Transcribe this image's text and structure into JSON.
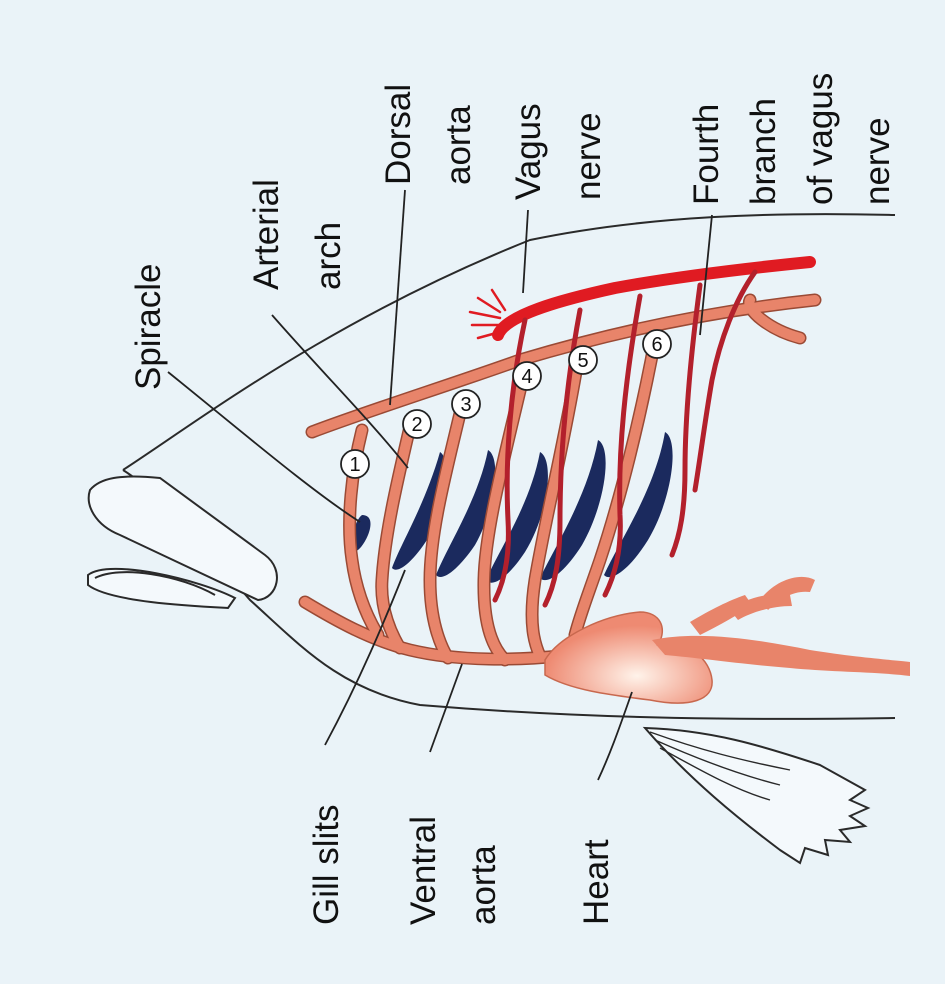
{
  "labels": {
    "spiracle": "Spiracle",
    "arterial_arch_1": "Arterial",
    "arterial_arch_2": "arch",
    "dorsal_aorta_1": "Dorsal",
    "dorsal_aorta_2": "aorta",
    "vagus_nerve_1": "Vagus",
    "vagus_nerve_2": "nerve",
    "fourth_branch_1": "Fourth",
    "fourth_branch_2": "branch",
    "fourth_branch_3": "of vagus",
    "fourth_branch_4": "nerve",
    "gill_slits": "Gill slits",
    "ventral_aorta_1": "Ventral",
    "ventral_aorta_2": "aorta",
    "heart": "Heart"
  },
  "arches": [
    "1",
    "2",
    "3",
    "4",
    "5",
    "6"
  ],
  "colors": {
    "background": "#eaf3f8",
    "vessel": "#e8846a",
    "vessel_outline": "#b05840",
    "nerve": "#b3202c",
    "nerve_bright": "#e01b22",
    "gill_slit": "#1b2a5e",
    "outline": "#2a2a2a",
    "heart_highlight": "#fde4d6"
  }
}
